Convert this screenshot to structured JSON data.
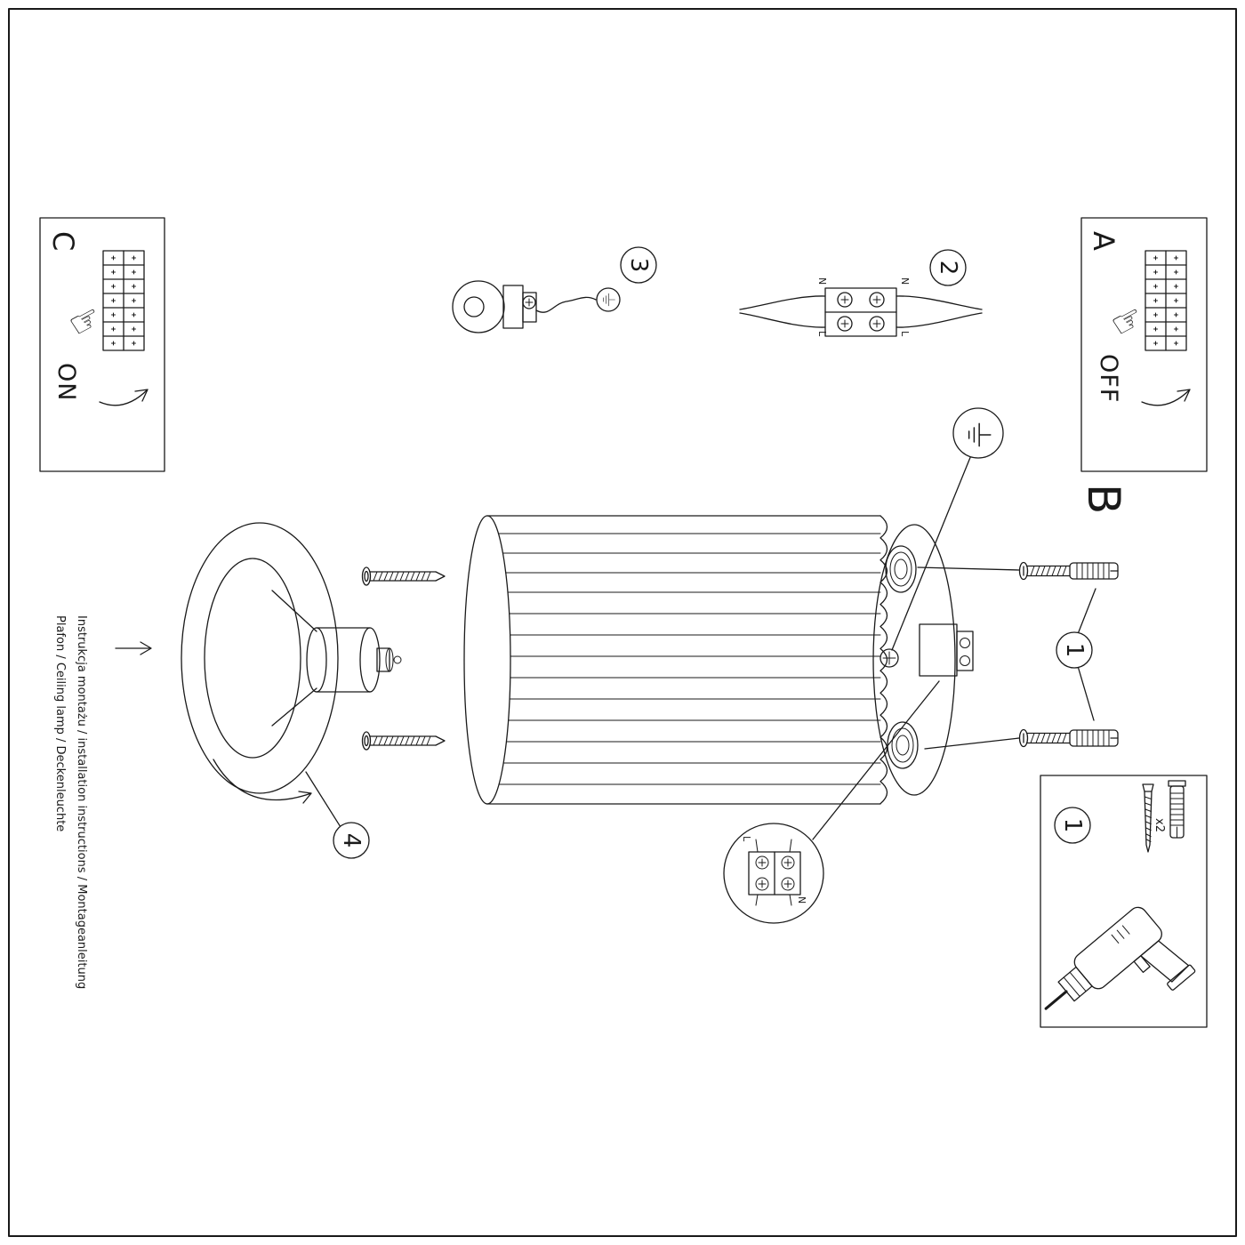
{
  "document": {
    "title_line1": "Instrukcja montażu / installation instructions / Montageanleitung",
    "title_line2": "Plafon / Ceiling lamp / Deckenleuchte"
  },
  "panels": {
    "a": {
      "label": "A",
      "switch_state": "OFF"
    },
    "b": {
      "label": "B"
    },
    "c": {
      "label": "C",
      "switch_state": "ON"
    }
  },
  "steps": {
    "fix_anchors": "1",
    "connect_wires": "2",
    "attach_holder": "3",
    "mount_canopy": "4"
  },
  "labels": {
    "live": "L",
    "neutral": "N",
    "anchor_quantity": "x2"
  },
  "icons": {
    "hand_pointing": "☞"
  },
  "colors": {
    "ink": "#1a1a1a",
    "paper": "#ffffff"
  }
}
